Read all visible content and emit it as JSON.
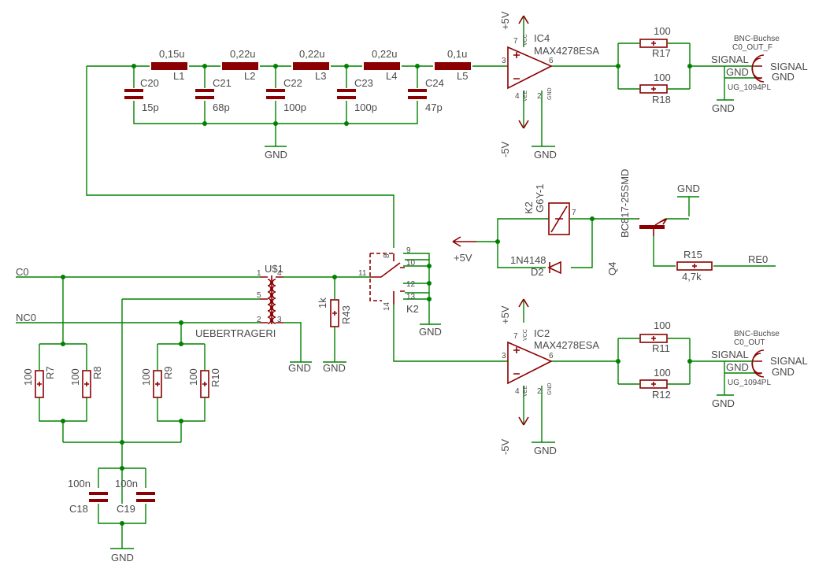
{
  "colors": {
    "wire": "#008200",
    "component": "#8b0000",
    "text": "#4a4a4a",
    "background": "#ffffff"
  },
  "nets": {
    "c0": "C0",
    "nc0": "NC0",
    "re0": "RE0",
    "gnd": "GND",
    "plus5v": "+5V",
    "minus5v": "-5V"
  },
  "filter": {
    "inductors": [
      {
        "ref": "L1",
        "value": "0,15u"
      },
      {
        "ref": "L2",
        "value": "0,22u"
      },
      {
        "ref": "L3",
        "value": "0,22u"
      },
      {
        "ref": "L4",
        "value": "0,22u"
      },
      {
        "ref": "L5",
        "value": "0,1u"
      }
    ],
    "capacitors": [
      {
        "ref": "C20",
        "value": "15p"
      },
      {
        "ref": "C21",
        "value": "68p"
      },
      {
        "ref": "C22",
        "value": "100p"
      },
      {
        "ref": "C23",
        "value": "100p"
      },
      {
        "ref": "C24",
        "value": "47p"
      }
    ]
  },
  "amps": [
    {
      "ref": "IC4",
      "part": "MAX4278ESA",
      "pins": [
        "7",
        "3",
        "6",
        "4",
        "2"
      ],
      "vcc": "VCC",
      "vee": "VEE",
      "gnd_pin": "GND"
    },
    {
      "ref": "IC2",
      "part": "MAX4278ESA",
      "pins": [
        "7",
        "3",
        "6",
        "4",
        "2"
      ],
      "vcc": "VCC",
      "vee": "VEE",
      "gnd_pin": "GND"
    }
  ],
  "out_resistors": [
    {
      "ref": "R17",
      "value": "100"
    },
    {
      "ref": "R18",
      "value": "100"
    },
    {
      "ref": "R11",
      "value": "100"
    },
    {
      "ref": "R12",
      "value": "100"
    }
  ],
  "bnc": [
    {
      "title": "BNC-Buchse",
      "name": "C0_OUT_F",
      "part": "UG_1094PL",
      "pin_signal": "SIGNAL",
      "pin_gnd": "GND"
    },
    {
      "title": "BNC-Buchse",
      "name": "C0_OUT",
      "part": "UG_1094PL",
      "pin_signal": "SIGNAL",
      "pin_gnd": "GND"
    }
  ],
  "relay": {
    "coil_ref": "K2",
    "coil_part": "G6Y-1",
    "coil_pin": "7",
    "contact_ref": "K2",
    "contact_pins": [
      "11",
      "8",
      "9",
      "10",
      "12",
      "13",
      "14"
    ]
  },
  "diode": {
    "ref": "D2",
    "part": "1N4148"
  },
  "transistor": {
    "ref": "Q4",
    "part": "BC817-25SMD"
  },
  "r15": {
    "ref": "R15",
    "value": "4,7k"
  },
  "r43": {
    "ref": "R43",
    "value": "1k"
  },
  "transformer": {
    "ref": "U$1",
    "name": "UEBERTRAGERI",
    "pins": [
      "1",
      "5",
      "2",
      "4",
      "3"
    ]
  },
  "input_resistors": [
    {
      "ref": "R7",
      "value": "100"
    },
    {
      "ref": "R8",
      "value": "100"
    },
    {
      "ref": "R9",
      "value": "100"
    },
    {
      "ref": "R10",
      "value": "100"
    }
  ],
  "input_caps": [
    {
      "ref": "C18",
      "value": "100n"
    },
    {
      "ref": "C19",
      "value": "100n"
    }
  ]
}
